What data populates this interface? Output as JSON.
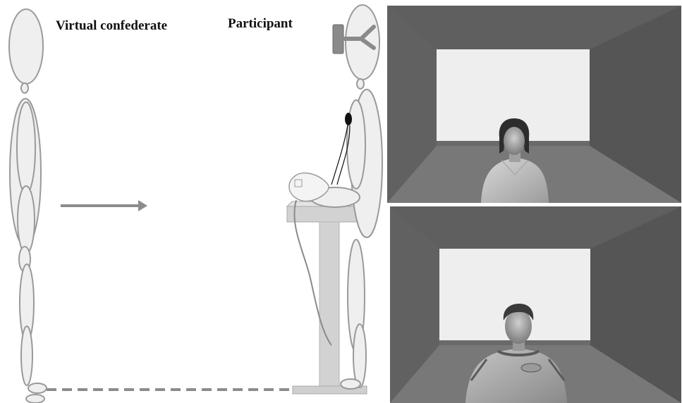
{
  "labels": {
    "virtual_confederate": "Virtual confederate",
    "participant": "Participant"
  },
  "figures": {
    "left_figure": "virtual-confederate-outline",
    "right_figure": "participant-outline-with-headset"
  },
  "panels": {
    "top": {
      "avatar": "female-avatar",
      "scene": "virtual-room-with-screen"
    },
    "bottom": {
      "avatar": "male-avatar",
      "scene": "virtual-room-with-screen"
    }
  },
  "colors": {
    "outline": "#9a9a9a",
    "body_fill": "#efefef",
    "arrow": "#8c8c8c",
    "room_wall": "#6a6a6a",
    "screen": "#eeeeee"
  }
}
